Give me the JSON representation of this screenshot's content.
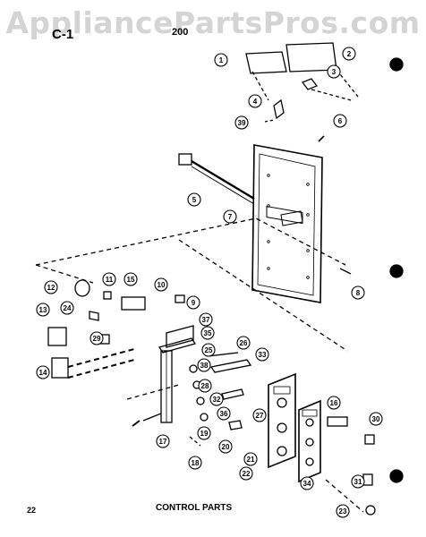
{
  "watermark": "AppliancePartsPros.com",
  "header": {
    "section_code": "C-1",
    "model_series": "200"
  },
  "footer": {
    "page_number": "22",
    "title": "CONTROL PARTS"
  },
  "callouts": [
    "1",
    "2",
    "3",
    "4",
    "5",
    "6",
    "7",
    "8",
    "9",
    "10",
    "11",
    "12",
    "13",
    "14",
    "15",
    "16",
    "17",
    "18",
    "19",
    "20",
    "21",
    "22",
    "23",
    "24",
    "25",
    "26",
    "27",
    "28",
    "29",
    "30",
    "31",
    "32",
    "33",
    "34",
    "35",
    "36",
    "37",
    "38",
    "39"
  ]
}
